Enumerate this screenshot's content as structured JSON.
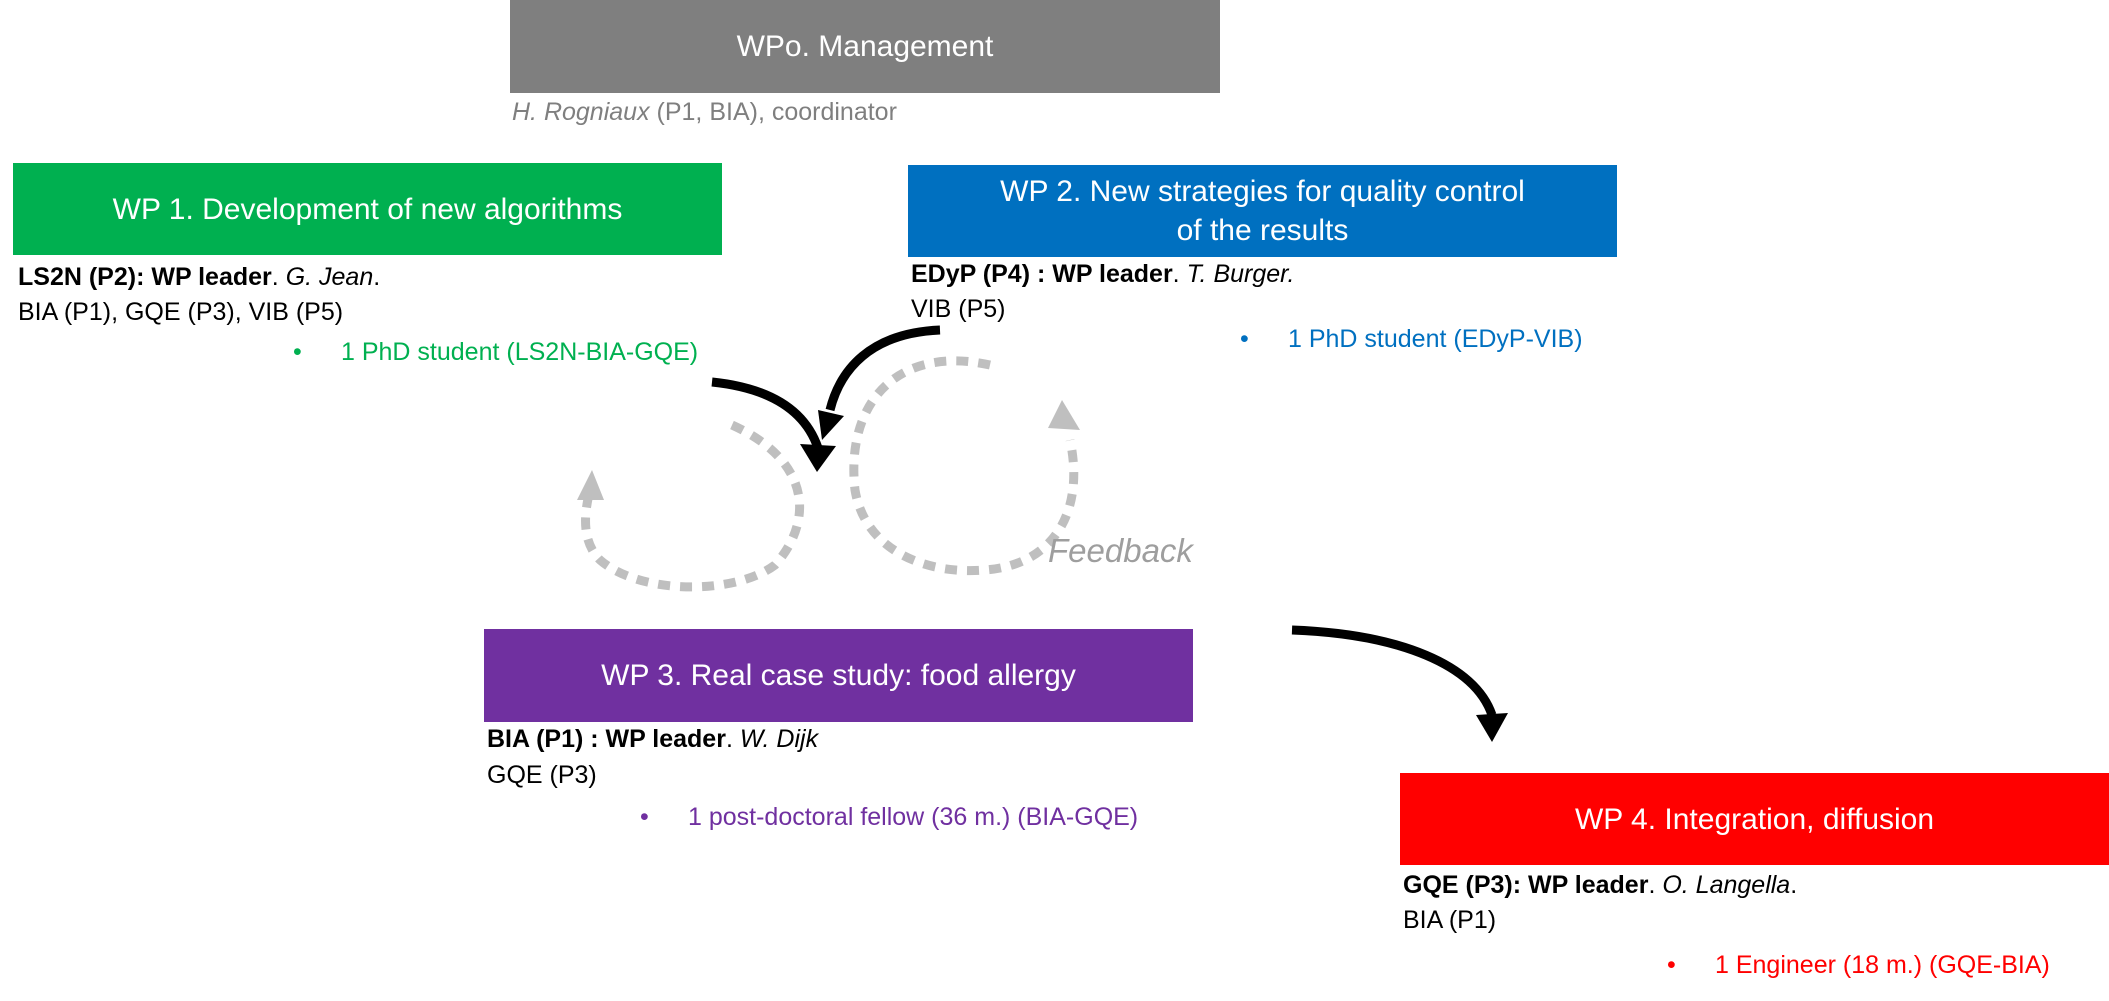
{
  "colors": {
    "wp0": "#7f7f7f",
    "wp1": "#00b050",
    "wp2": "#0070c0",
    "wp3": "#7030a0",
    "wp4": "#ff0000",
    "feedback_arrows": "#bfbfbf",
    "main_arrows": "#000000"
  },
  "wp0": {
    "title": "WPo. Management",
    "coordinator_name": "H. Rogniaux",
    "coordinator_rest": " (P1, BIA), coordinator"
  },
  "wp1": {
    "title": "WP 1. Development of new algorithms",
    "leader_org": "LS2N (P2): WP leader",
    "leader_name": "G. Jean",
    "partners": "BIA (P1), GQE (P3), VIB (P5)",
    "staff": "1 PhD student (LS2N-BIA-GQE)"
  },
  "wp2": {
    "title_line1": "WP 2. New strategies for quality control",
    "title_line2": "of the results",
    "leader_org": "EDyP (P4) : WP leader",
    "leader_name": "T. Burger.",
    "partners": "VIB (P5)",
    "staff": "1 PhD student (EDyP-VIB)"
  },
  "wp3": {
    "title": "WP 3. Real case study: food allergy",
    "leader_org": "BIA (P1) : WP leader",
    "leader_name": "W. Dijk",
    "partners": "GQE (P3)",
    "staff": "1 post-doctoral fellow (36 m.) (BIA-GQE)"
  },
  "wp4": {
    "title": "WP 4. Integration, diffusion",
    "leader_org": "GQE (P3): WP leader",
    "leader_name": "O. Langella",
    "partners": "BIA (P1)",
    "staff": "1 Engineer (18 m.) (GQE-BIA)"
  },
  "feedback_label": "Feedback",
  "bullet_symbol": "•",
  "punct": {
    "dot_sep": ". ",
    "end_dot": "."
  }
}
